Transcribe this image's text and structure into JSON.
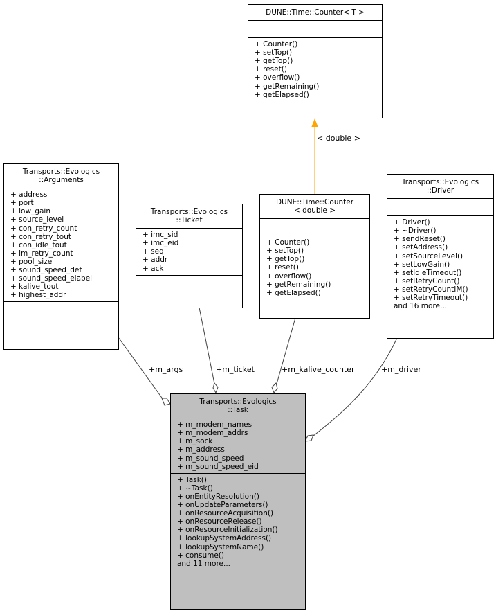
{
  "classes": {
    "counter_t": {
      "title": [
        "DUNE::Time::Counter< T >"
      ],
      "attributes": [],
      "methods": [
        "+ Counter()",
        "+ setTop()",
        "+ getTop()",
        "+ reset()",
        "+ overflow()",
        "+ getRemaining()",
        "+ getElapsed()"
      ]
    },
    "arguments": {
      "title": [
        "Transports::Evologics",
        "::Arguments"
      ],
      "attributes": [
        "+ address",
        "+ port",
        "+ low_gain",
        "+ source_level",
        "+ con_retry_count",
        "+ con_retry_tout",
        "+ con_idle_tout",
        "+ im_retry_count",
        "+ pool_size",
        "+ sound_speed_def",
        "+ sound_speed_elabel",
        "+ kalive_tout",
        "+ highest_addr"
      ],
      "methods": []
    },
    "ticket": {
      "title": [
        "Transports::Evologics",
        "::Ticket"
      ],
      "attributes": [
        "+ imc_sid",
        "+ imc_eid",
        "+ seq",
        "+ addr",
        "+ ack"
      ],
      "methods": []
    },
    "counter_double": {
      "title": [
        "DUNE::Time::Counter",
        "< double >"
      ],
      "attributes": [],
      "methods": [
        "+ Counter()",
        "+ setTop()",
        "+ getTop()",
        "+ reset()",
        "+ overflow()",
        "+ getRemaining()",
        "+ getElapsed()"
      ]
    },
    "driver": {
      "title": [
        "Transports::Evologics",
        "::Driver"
      ],
      "attributes": [],
      "methods": [
        "+ Driver()",
        "+ ~Driver()",
        "+ sendReset()",
        "+ setAddress()",
        "+ setSourceLevel()",
        "+ setLowGain()",
        "+ setIdleTimeout()",
        "+ setRetryCount()",
        "+ setRetryCountIM()",
        "+ setRetryTimeout()",
        "and 16 more..."
      ]
    },
    "task": {
      "title": [
        "Transports::Evologics",
        "::Task"
      ],
      "attributes": [
        "+ m_modem_names",
        "+ m_modem_addrs",
        "+ m_sock",
        "+ m_address",
        "+ m_sound_speed",
        "+ m_sound_speed_eid"
      ],
      "methods": [
        "+ Task()",
        "+ ~Task()",
        "+ onEntityResolution()",
        "+ onUpdateParameters()",
        "+ onResourceAcquisition()",
        "+ onResourceRelease()",
        "+ onResourceInitialization()",
        "+ lookupSystemAddress()",
        "+ lookupSystemName()",
        "+ consume()",
        "and 11 more..."
      ]
    }
  },
  "edges": {
    "template_label": "< double >",
    "m_args": "+m_args",
    "m_ticket": "+m_ticket",
    "m_kalive_counter": "+m_kalive_counter",
    "m_driver": "+m_driver"
  },
  "colors": {
    "inheritance_edge": "#ffa500",
    "member_edge": "#404040",
    "focus_class_fill": "#bfbfbf"
  }
}
